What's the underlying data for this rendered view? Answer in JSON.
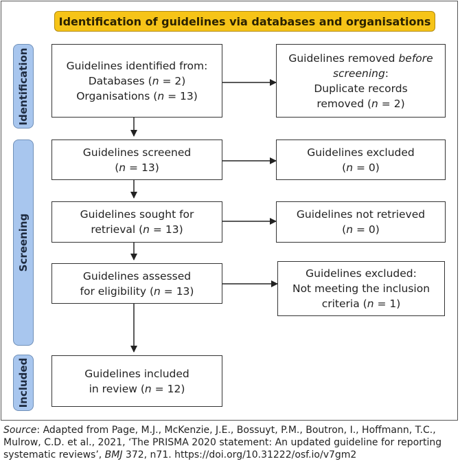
{
  "banner": "Identification of guidelines via databases and organisations",
  "phases": {
    "identification": "Identification",
    "screening": "Screening",
    "included": "Included"
  },
  "boxes": {
    "identified": {
      "line1": "Guidelines identified from:",
      "line2_a": "Databases (",
      "line2_n": "n",
      "line2_b": " = 2)",
      "line3_a": "Organisations (",
      "line3_n": "n",
      "line3_b": " = 13)"
    },
    "removed": {
      "line1": "Guidelines removed ",
      "line1_em": "before",
      "line2_em": "screening",
      "line2_b": ":",
      "line3": "Duplicate records",
      "line4_a": "removed (",
      "line4_n": "n",
      "line4_b": " = 2)"
    },
    "screened": {
      "line1": "Guidelines screened",
      "line2_a": "(",
      "line2_n": "n",
      "line2_b": " = 13)"
    },
    "excluded0": {
      "line1": "Guidelines excluded",
      "line2_a": "(",
      "line2_n": "n",
      "line2_b": " = 0)"
    },
    "sought": {
      "line1": "Guidelines sought for",
      "line2_a": "retrieval (",
      "line2_n": "n",
      "line2_b": " = 13)"
    },
    "notretrieved": {
      "line1": "Guidelines not retrieved",
      "line2_a": "(",
      "line2_n": "n",
      "line2_b": " = 0)"
    },
    "assessed": {
      "line1": "Guidelines assessed",
      "line2_a": "for eligibility (",
      "line2_n": "n",
      "line2_b": " = 13)"
    },
    "excluded1": {
      "line1": "Guidelines excluded:",
      "line2": "Not meeting the inclusion",
      "line3_a": "criteria (",
      "line3_n": "n",
      "line3_b": " = 1)"
    },
    "included": {
      "line1": "Guidelines included",
      "line2_a": "in review (",
      "line2_n": "n",
      "line2_b": " = 12)"
    }
  },
  "source": {
    "label": "Source",
    "text1": ": Adapted from Page, M.J., McKenzie, J.E., Bossuyt, P.M., Boutron, I., Hoffmann, T.C., Mulrow, C.D. et al., 2021, ‘The PRISMA 2020 statement: An updated guideline for reporting systematic reviews’, ",
    "journal": "BMJ",
    "text2": " 372, n71. https://doi.org/10.31222/osf.io/v7gm2"
  }
}
